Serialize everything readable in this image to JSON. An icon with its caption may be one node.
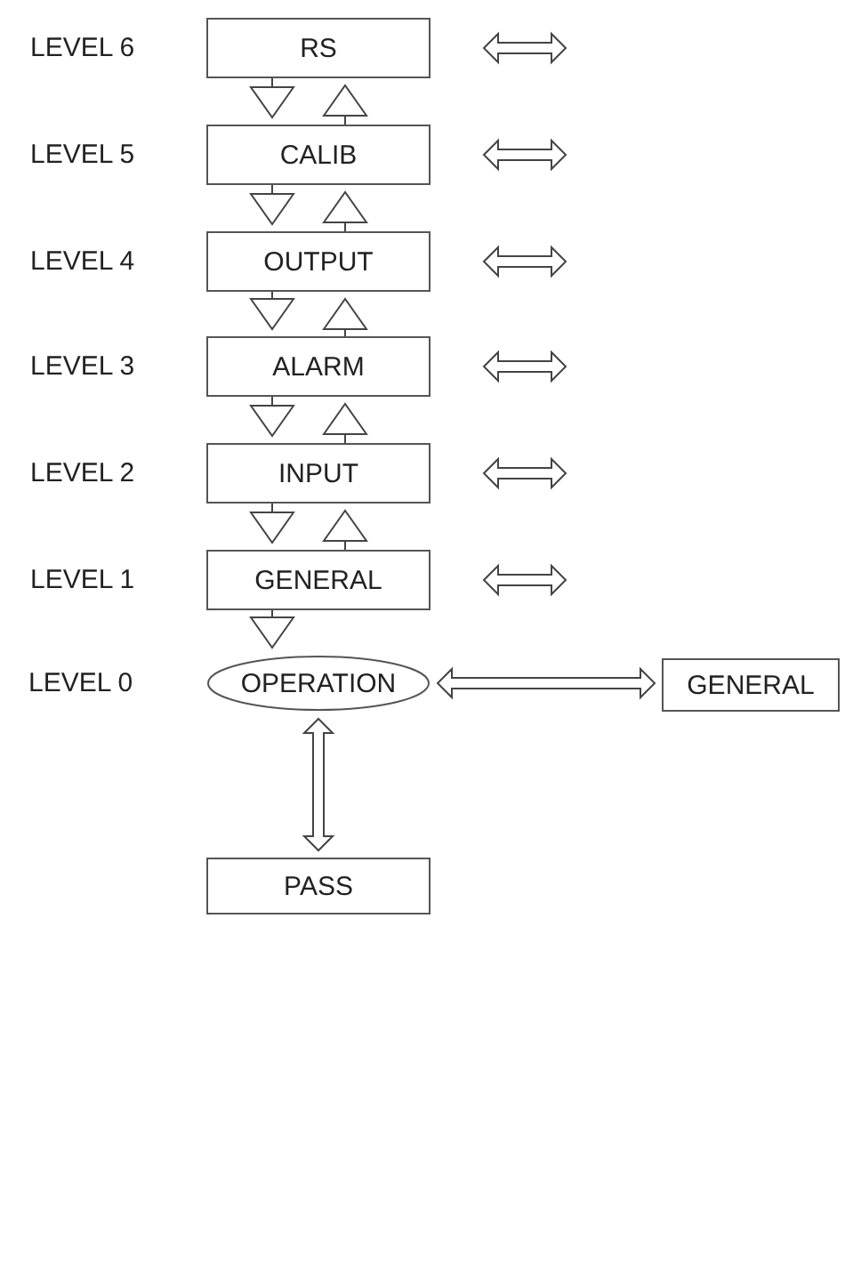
{
  "diagram": {
    "nodes": [
      {
        "text": [
          "RS"
        ],
        "beside": [
          "LEVEL 6"
        ]
      },
      {
        "text": [
          "CALIB"
        ],
        "beside": [
          "LEVEL 5"
        ]
      },
      {
        "text": [
          "OUTPUT"
        ],
        "beside": [
          "LEVEL 4"
        ]
      },
      {
        "text": [
          "ALARM"
        ],
        "beside": [
          "LEVEL 3"
        ]
      },
      {
        "text": [
          "INPUT"
        ],
        "beside": [
          "LEVEL 2"
        ]
      },
      {
        "text": [
          "GENERAL"
        ],
        "beside": [
          "LEVEL 1"
        ]
      },
      {
        "text": [
          "OPERATION"
        ],
        "beside": [
          "LEVEL 0"
        ]
      },
      {
        "text": [
          "GENERAL"
        ]
      },
      {
        "text": [
          "PASS"
        ]
      }
    ],
    "edges": [
      {
        "from": 0,
        "to": 1,
        "arrow": "to"
      },
      {
        "from": 1,
        "to": 0,
        "arrow": "to"
      },
      {
        "from": 1,
        "to": 2,
        "arrow": "to"
      },
      {
        "from": 2,
        "to": 1,
        "arrow": "to"
      },
      {
        "from": 2,
        "to": 3,
        "arrow": "to"
      },
      {
        "from": 3,
        "to": 2,
        "arrow": "to"
      },
      {
        "from": 3,
        "to": 4,
        "arrow": "to"
      },
      {
        "from": 4,
        "to": 3,
        "arrow": "to"
      },
      {
        "from": 4,
        "to": 5,
        "arrow": "to"
      },
      {
        "from": 5,
        "to": 4,
        "arrow": "to"
      },
      {
        "from": 5,
        "to": 6,
        "arrow": "to"
      },
      {
        "from": 0,
        "to": null,
        "arrow": "both"
      },
      {
        "from": 1,
        "to": null,
        "arrow": "both"
      },
      {
        "from": 2,
        "to": null,
        "arrow": "both"
      },
      {
        "from": 3,
        "to": null,
        "arrow": "both"
      },
      {
        "from": 4,
        "to": null,
        "arrow": "both"
      },
      {
        "from": 5,
        "to": null,
        "arrow": "both"
      },
      {
        "from": 6,
        "to": 7,
        "arrow": "both"
      },
      {
        "from": 6,
        "to": 8,
        "arrow": "both"
      }
    ]
  }
}
